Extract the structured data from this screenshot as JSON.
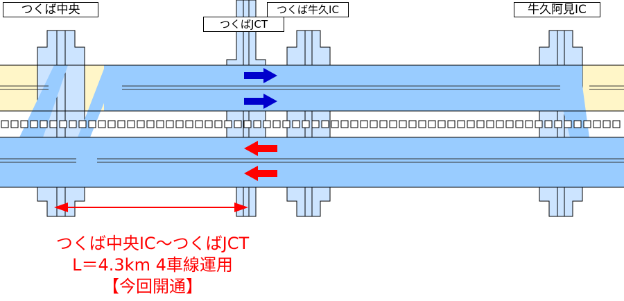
{
  "labels": {
    "interchange_1": "つくば中央",
    "interchange_2": "つくば牛久IC",
    "junction": "つくばJCT",
    "interchange_3": "牛久阿見IC"
  },
  "caption": {
    "line1": "つくば中央IC～つくばJCT",
    "line2": "L＝4.3km 4車線運用",
    "line3": "【今回開通】"
  },
  "colors": {
    "road": "#99ccff",
    "shoulder_band": "#fff6c8",
    "bridge_pier": "#cce4ff",
    "eastbound_arrow": "#0000cc",
    "westbound_arrow": "#ff0000",
    "caption_text": "#ff0000"
  }
}
